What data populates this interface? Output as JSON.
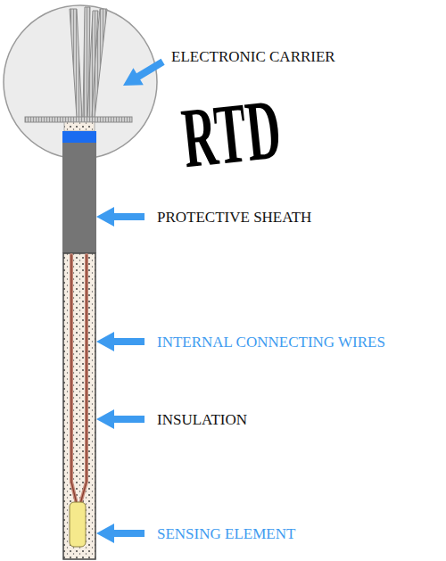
{
  "diagram": {
    "labels": [
      "ELECTRONIC CARRIER",
      "RTD",
      "PROTECTIVE SHEATH",
      "INTERNAL CONNECTING WIRES",
      "INSULATION",
      "SENSING ELEMENT"
    ]
  }
}
